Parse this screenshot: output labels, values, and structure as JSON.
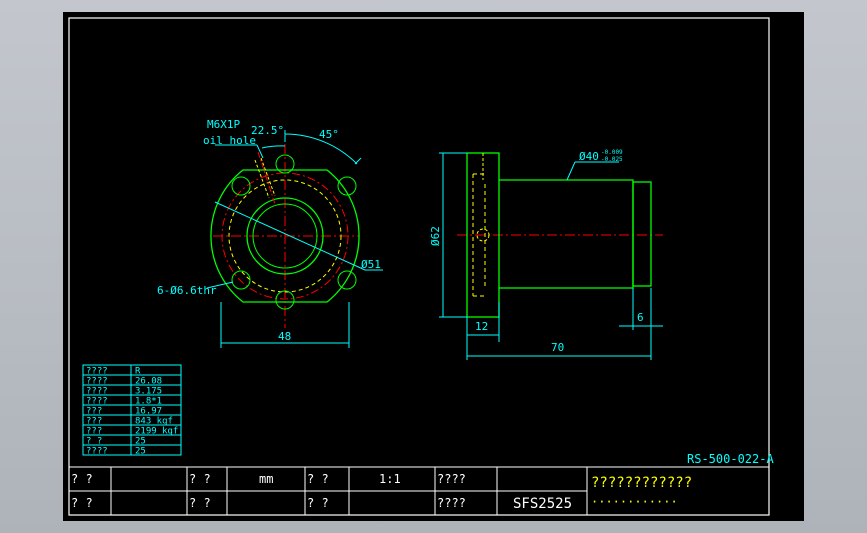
{
  "colors": {
    "background": "#000000",
    "frame": "#ffffff",
    "part": "#00ff00",
    "hidden": "#ffff00",
    "center": "#ff0000",
    "dimension": "#00ffff"
  },
  "drawing": {
    "front_view": {
      "thread_note": "M6X1P",
      "oil_hole_label": "oil hole",
      "angle_a": "22.5°",
      "angle_b": "45°",
      "pcd": "Ø51",
      "holes": "6-Ø6.6thr",
      "width": "48"
    },
    "side_view": {
      "shaft_dia": "Ø40",
      "tol_upper": "-0.009",
      "tol_lower": "-0.025",
      "flange_dia": "Ø62",
      "flange_thk": "12",
      "total_len": "70",
      "end_len": "6"
    },
    "spec_table": [
      [
        "????",
        "R"
      ],
      [
        "????",
        "26.08"
      ],
      [
        "????",
        "3.175"
      ],
      [
        "????",
        "1.8*1"
      ],
      [
        "???",
        "16.97"
      ],
      [
        "???",
        "843 kgf"
      ],
      [
        "???",
        "2199 kgf"
      ],
      [
        "? ?",
        "25"
      ],
      [
        "????",
        "25"
      ]
    ],
    "drawing_no": "RS-500-022-A"
  },
  "title_block": {
    "r1": [
      "? ?",
      "? ?",
      "mm",
      "? ?",
      "1:1",
      "????"
    ],
    "r2": [
      "? ?",
      "? ?",
      "? ?",
      "????",
      "SFS2525"
    ],
    "company": "????????????",
    "company_sub": "············"
  }
}
